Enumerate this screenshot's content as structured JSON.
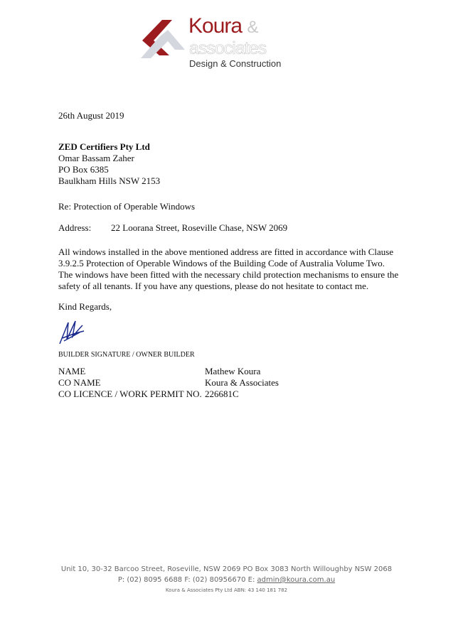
{
  "logo": {
    "brand": "Koura",
    "ampersand": "&",
    "associates": "associates",
    "tagline": "Design & Construction",
    "colors": {
      "brand_red": "#9b1b1f",
      "grey": "#c4c4c4"
    }
  },
  "date": "26th August 2019",
  "recipient": {
    "company": "ZED Certifiers Pty Ltd",
    "name": "Omar Bassam Zaher",
    "po_box": "PO Box 6385",
    "suburb": "Baulkham Hills NSW 2153"
  },
  "re": "Re: Protection of Operable Windows",
  "address": {
    "label": "Address:",
    "value": "22 Loorana Street, Roseville Chase, NSW 2069"
  },
  "body": "All windows installed in the above mentioned address are fitted in accordance with Clause 3.9.2.5 Protection of Operable Windows of the Building Code of Australia Volume Two. The windows have been fitted with the necessary child protection mechanisms to ensure the safety of all tenants. If you have any questions, please do not hesitate to contact me.",
  "closing": "Kind Regards,",
  "signature_label": "BUILDER SIGNATURE / OWNER BUILDER",
  "details": [
    {
      "label": "NAME",
      "value": "Mathew Koura"
    },
    {
      "label": "CO NAME",
      "value": "Koura & Associates"
    },
    {
      "label": "CO LICENCE / WORK PERMIT NO.",
      "value": "226681C"
    }
  ],
  "footer": {
    "line1": "Unit 10, 30-32 Barcoo Street, Roseville, NSW 2069   PO Box 3083 North Willoughby NSW 2068",
    "phone": "P: (02) 8095 6688   F: (02) 80956670   E: ",
    "email": "admin@koura.com.au",
    "line3": "Koura & Associates Pty Ltd   ABN: 43 140 181 782"
  }
}
